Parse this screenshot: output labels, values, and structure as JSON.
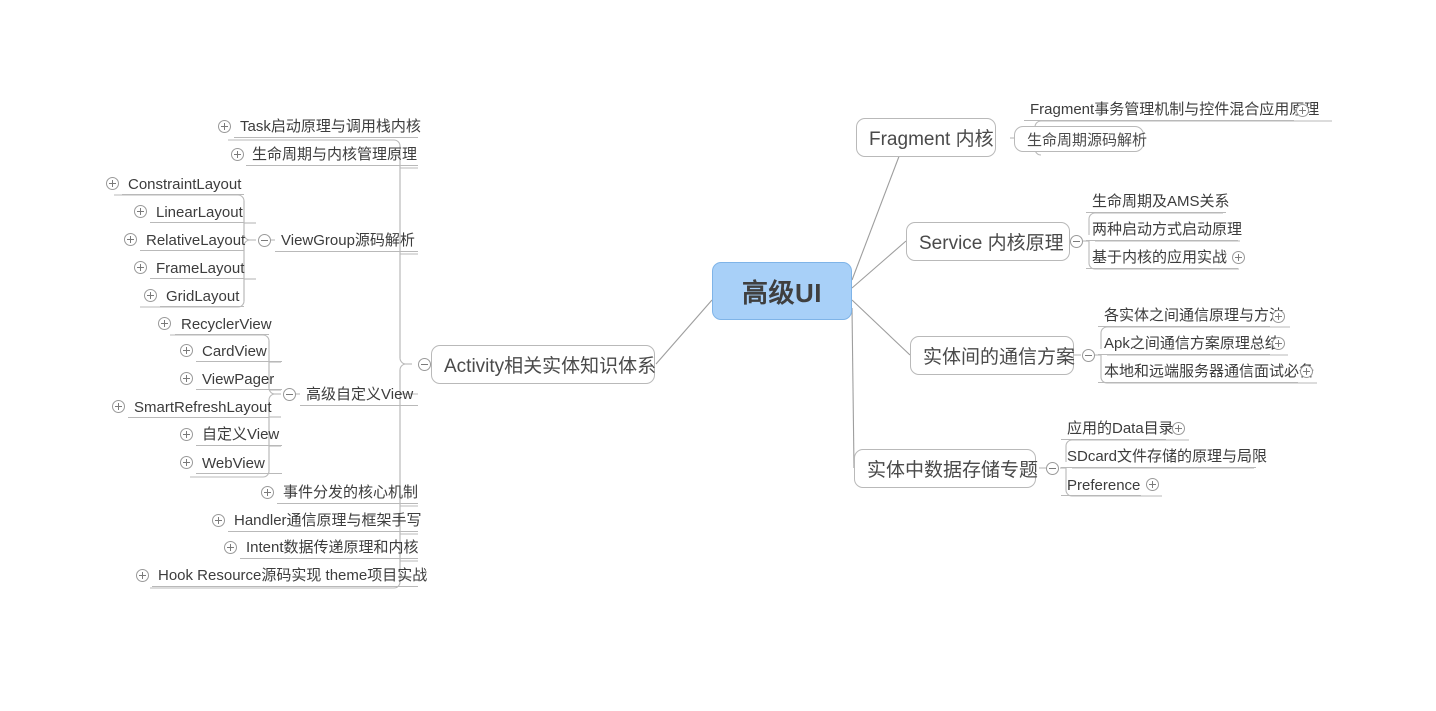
{
  "root": {
    "label": "高级UI",
    "color": "#a8d0f8"
  },
  "icons": {
    "expand": "plus-circle-icon",
    "collapse": "minus-circle-icon"
  },
  "right_branches": [
    {
      "label": "Fragment 内核",
      "state": "expanded",
      "children": [
        {
          "label": "Fragment事务管理机制与控件混合应用原理",
          "type": "leaf",
          "state": "collapsed"
        },
        {
          "label": "生命周期源码解析",
          "type": "box",
          "state": "leafbox"
        }
      ]
    },
    {
      "label": "Service 内核原理",
      "state": "expanded",
      "children": [
        {
          "label": "生命周期及AMS关系",
          "type": "leaf",
          "state": "none"
        },
        {
          "label": "两种启动方式启动原理",
          "type": "leaf",
          "state": "none"
        },
        {
          "label": "基于内核的应用实战",
          "type": "leaf",
          "state": "collapsed"
        }
      ]
    },
    {
      "label": "实体间的通信方案",
      "state": "expanded",
      "children": [
        {
          "label": "各实体之间通信原理与方法",
          "type": "leaf",
          "state": "collapsed"
        },
        {
          "label": "Apk之间通信方案原理总结",
          "type": "leaf",
          "state": "collapsed"
        },
        {
          "label": "本地和远端服务器通信面试必备",
          "type": "leaf",
          "state": "collapsed"
        }
      ]
    },
    {
      "label": "实体中数据存储专题",
      "state": "expanded",
      "children": [
        {
          "label": "应用的Data目录",
          "type": "leaf",
          "state": "collapsed"
        },
        {
          "label": "SDcard文件存储的原理与局限",
          "type": "leaf",
          "state": "none"
        },
        {
          "label": "Preference",
          "type": "leaf",
          "state": "collapsed"
        }
      ]
    }
  ],
  "left_branch": {
    "label": "Activity相关实体知识体系",
    "state": "expanded",
    "children": [
      {
        "label": "Task启动原理与调用栈内核",
        "type": "leaf",
        "state": "collapsed"
      },
      {
        "label": "生命周期与内核管理原理",
        "type": "leaf",
        "state": "collapsed"
      },
      {
        "label": "ViewGroup源码解析",
        "type": "leaf",
        "state": "expanded",
        "children": [
          {
            "label": "ConstraintLayout",
            "state": "collapsed"
          },
          {
            "label": "LinearLayout",
            "state": "collapsed"
          },
          {
            "label": "RelativeLayout",
            "state": "collapsed"
          },
          {
            "label": "FrameLayout",
            "state": "collapsed"
          },
          {
            "label": "GridLayout",
            "state": "collapsed"
          }
        ]
      },
      {
        "label": "高级自定义View",
        "type": "leaf",
        "state": "expanded",
        "children": [
          {
            "label": "RecyclerView",
            "state": "collapsed"
          },
          {
            "label": "CardView",
            "state": "collapsed"
          },
          {
            "label": "ViewPager",
            "state": "collapsed"
          },
          {
            "label": "SmartRefreshLayout",
            "state": "collapsed"
          },
          {
            "label": "自定义View",
            "state": "collapsed"
          },
          {
            "label": "WebView",
            "state": "collapsed"
          }
        ]
      },
      {
        "label": "事件分发的核心机制",
        "type": "leaf",
        "state": "collapsed"
      },
      {
        "label": "Handler通信原理与框架手写",
        "type": "leaf",
        "state": "collapsed"
      },
      {
        "label": "Intent数据传递原理和内核",
        "type": "leaf",
        "state": "collapsed"
      },
      {
        "label": "Hook Resource源码实现 theme项目实战",
        "type": "leaf",
        "state": "collapsed"
      }
    ]
  }
}
